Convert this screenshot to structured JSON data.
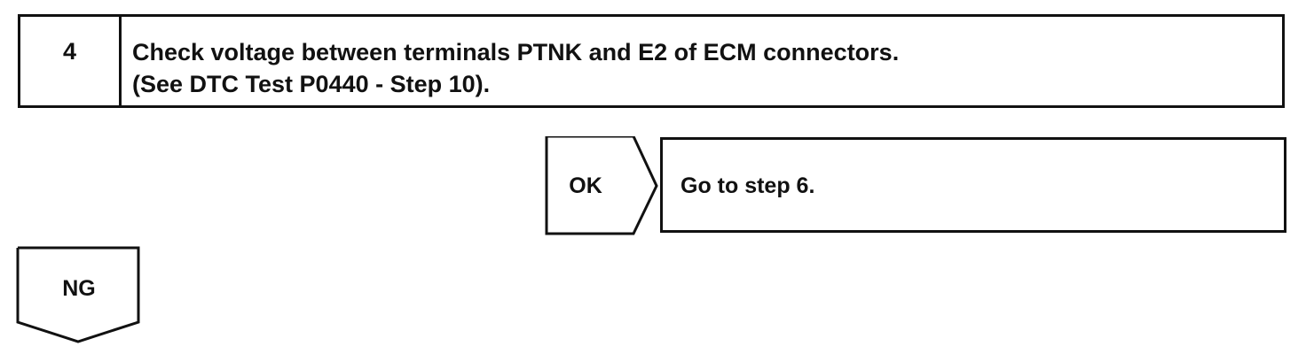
{
  "step": {
    "number": "4",
    "line1": "Check voltage between terminals PTNK and E2 of ECM connectors.",
    "line2": "(See DTC Test P0440 - Step 10)."
  },
  "ok_branch": {
    "label": "OK",
    "result": "Go to step 6."
  },
  "ng_branch": {
    "label": "NG"
  }
}
